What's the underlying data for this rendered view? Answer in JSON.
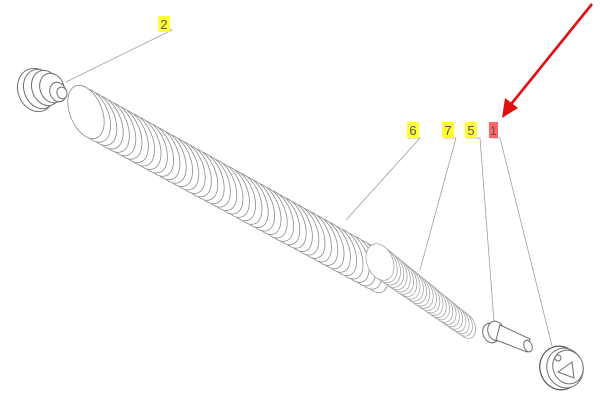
{
  "callouts": [
    {
      "id": "callout-2",
      "label": "2",
      "highlight": "#ffff33"
    },
    {
      "id": "callout-6",
      "label": "6",
      "highlight": "#ffff33"
    },
    {
      "id": "callout-7",
      "label": "7",
      "highlight": "#ffff33"
    },
    {
      "id": "callout-5",
      "label": "5",
      "highlight": "#ffff33"
    },
    {
      "id": "callout-1",
      "label": "1",
      "highlight": "#ff6666",
      "marked": true
    }
  ],
  "arrow": {
    "color": "#e01010"
  }
}
